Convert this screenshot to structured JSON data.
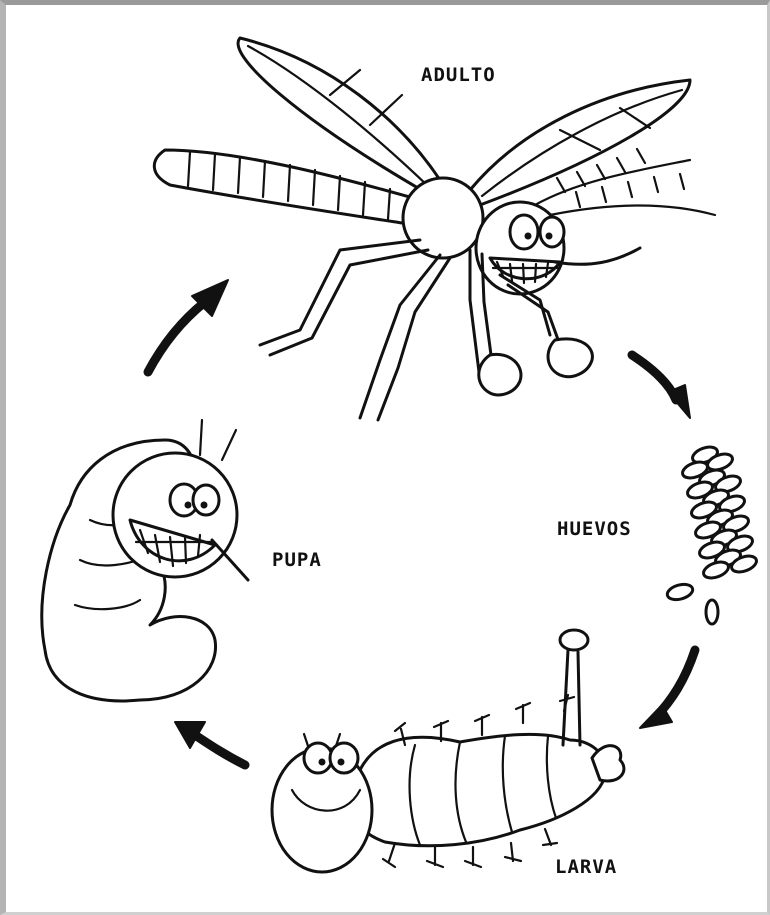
{
  "diagram": {
    "stages": {
      "adult": "ADULTO",
      "eggs": "HUEVOS",
      "larva": "LARVA",
      "pupa": "PUPA"
    },
    "flow": [
      "ADULTO",
      "HUEVOS",
      "LARVA",
      "PUPA",
      "ADULTO"
    ],
    "colors": {
      "ink": "#111111",
      "background": "#ffffff",
      "frame": "#9a9a9a"
    }
  }
}
